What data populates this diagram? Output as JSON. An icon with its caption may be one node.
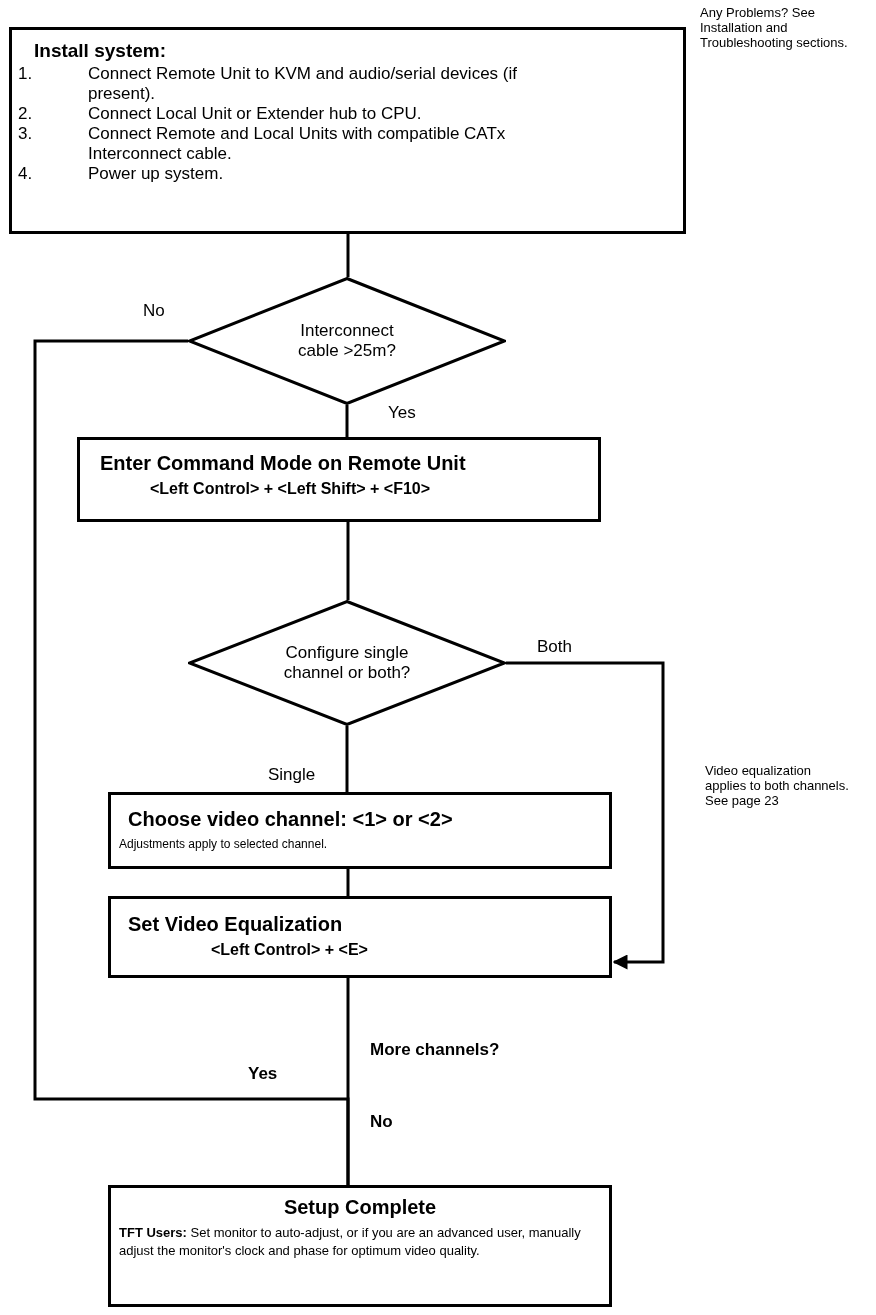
{
  "diagram": {
    "nodes": [
      {
        "text": [
          "Install system:",
          "1.",
          "Connect Remote Unit to KVM and audio/serial devices (if present).",
          "2.",
          "Connect Local Unit or Extender hub to CPU.",
          "3.",
          "Connect Remote and Local Units with compatible CATx Interconnect cable.",
          "4.",
          "Power up system."
        ]
      },
      {
        "text": [
          "Interconnect cable >25m?"
        ]
      },
      {
        "text": [
          "Enter Command Mode on Remote Unit",
          "<Left Control> + <Left Shift> + <F10>"
        ]
      },
      {
        "text": [
          "Configure single channel or both?"
        ]
      },
      {
        "text": [
          "Choose video channel: <1> or <2>",
          "Adjustments apply to selected channel."
        ]
      },
      {
        "text": [
          "Set Video Equalization",
          "<Left Control> + <E>"
        ]
      },
      {
        "text": [
          "Setup Complete",
          "**TFT Users:** Set monitor to auto-adjust, or if you are an advanced user, manually adjust the monitor's clock and phase for optimum video quality."
        ]
      }
    ],
    "edges": [
      {
        "from": 0,
        "to": 1,
        "arrow": "none"
      },
      {
        "from": 1,
        "to": 2,
        "arrow": "none",
        "label": "Yes"
      },
      {
        "from": 2,
        "to": 3,
        "arrow": "none"
      },
      {
        "from": 3,
        "to": 4,
        "arrow": "none",
        "label": "Single"
      },
      {
        "from": 3,
        "to": 5,
        "arrow": "to",
        "label": "Both"
      },
      {
        "from": 4,
        "to": 5,
        "arrow": "none"
      },
      {
        "from": 5,
        "to": 6,
        "arrow": "none",
        "label": "No"
      },
      {
        "from": 1,
        "to": 6,
        "arrow": "none",
        "label": "No"
      }
    ],
    "labels": [
      "Any Problems? See Installation and Troubleshooting sections.",
      "Video equalization applies to both channels. See page 23",
      "More channels?",
      "Yes"
    ]
  }
}
